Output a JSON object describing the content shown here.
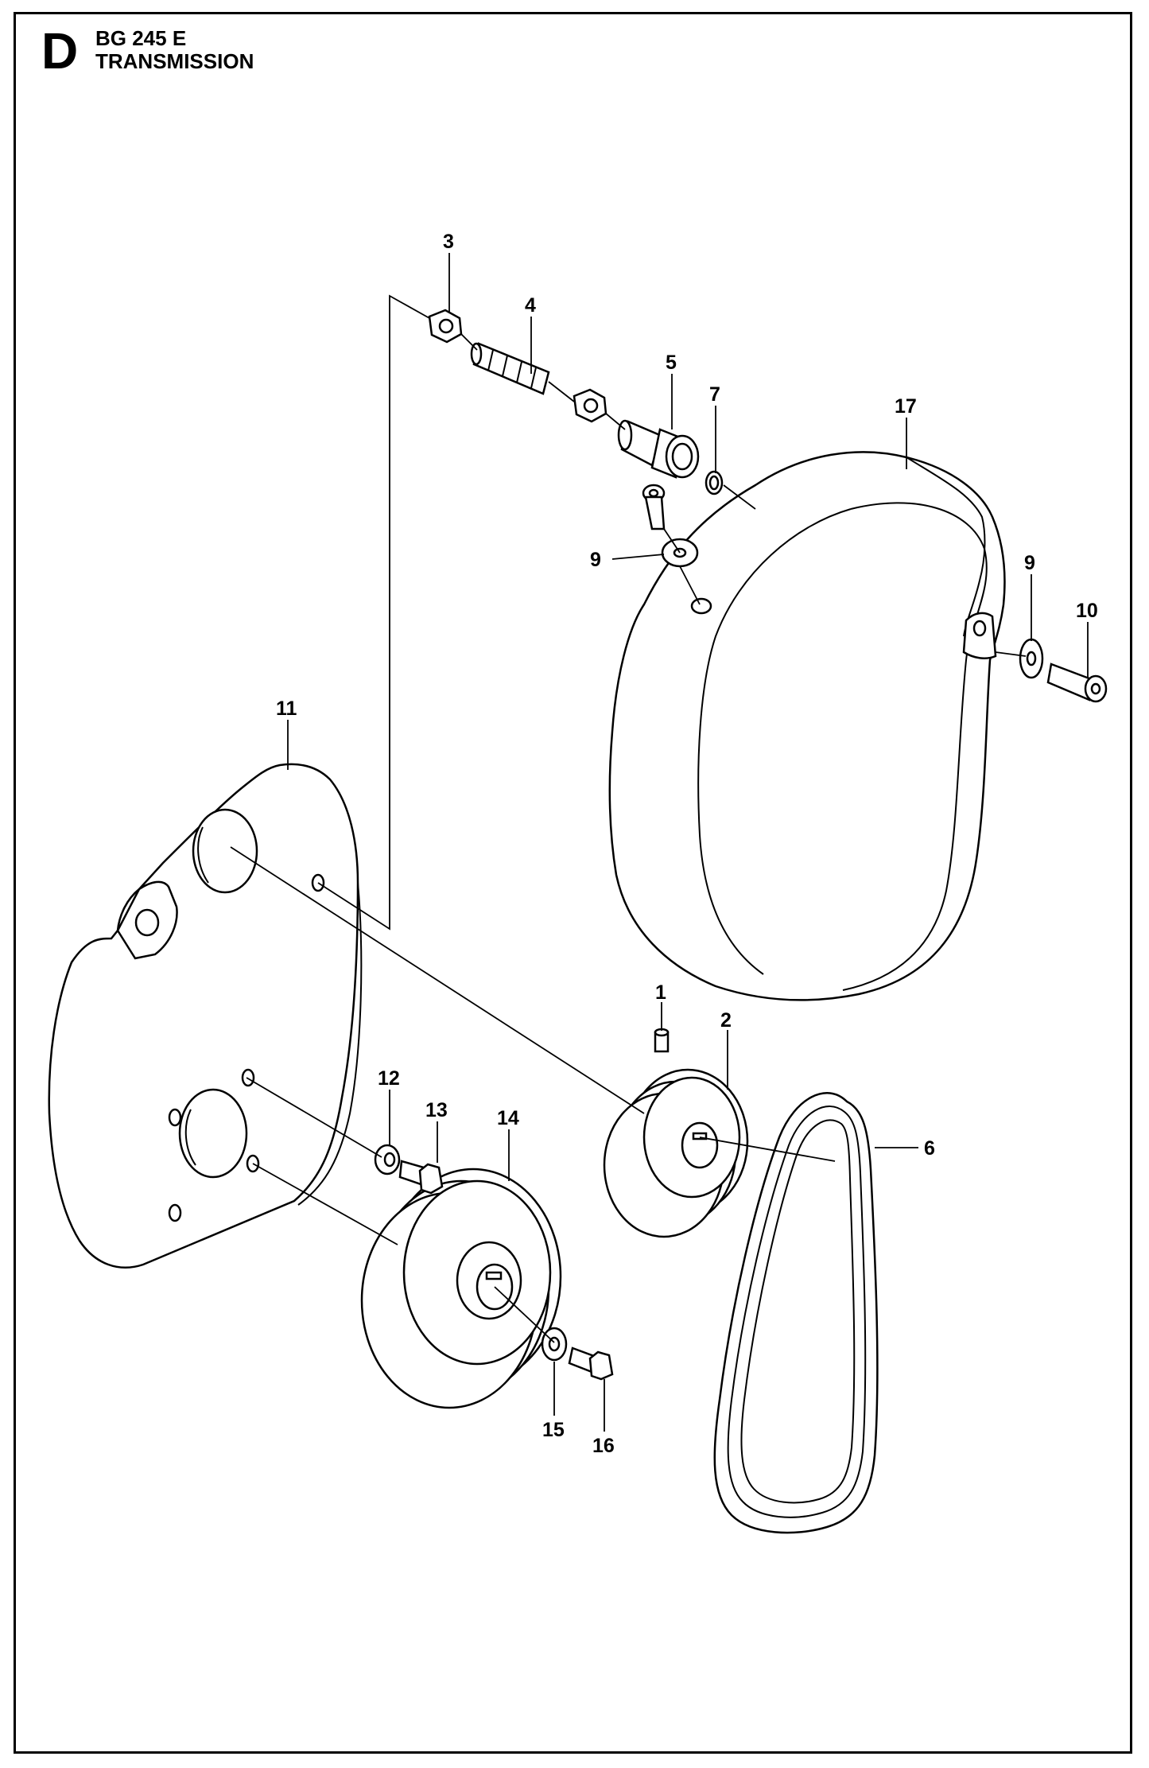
{
  "header": {
    "section_letter": "D",
    "model": "BG 245 E",
    "title": "TRANSMISSION"
  },
  "callouts": {
    "c1": "1",
    "c2": "2",
    "c3": "3",
    "c4": "4",
    "c5": "5",
    "c6": "6",
    "c7": "7",
    "c9a": "9",
    "c9b": "9",
    "c10": "10",
    "c11": "11",
    "c12": "12",
    "c13": "13",
    "c14": "14",
    "c15": "15",
    "c16": "16",
    "c17": "17"
  }
}
